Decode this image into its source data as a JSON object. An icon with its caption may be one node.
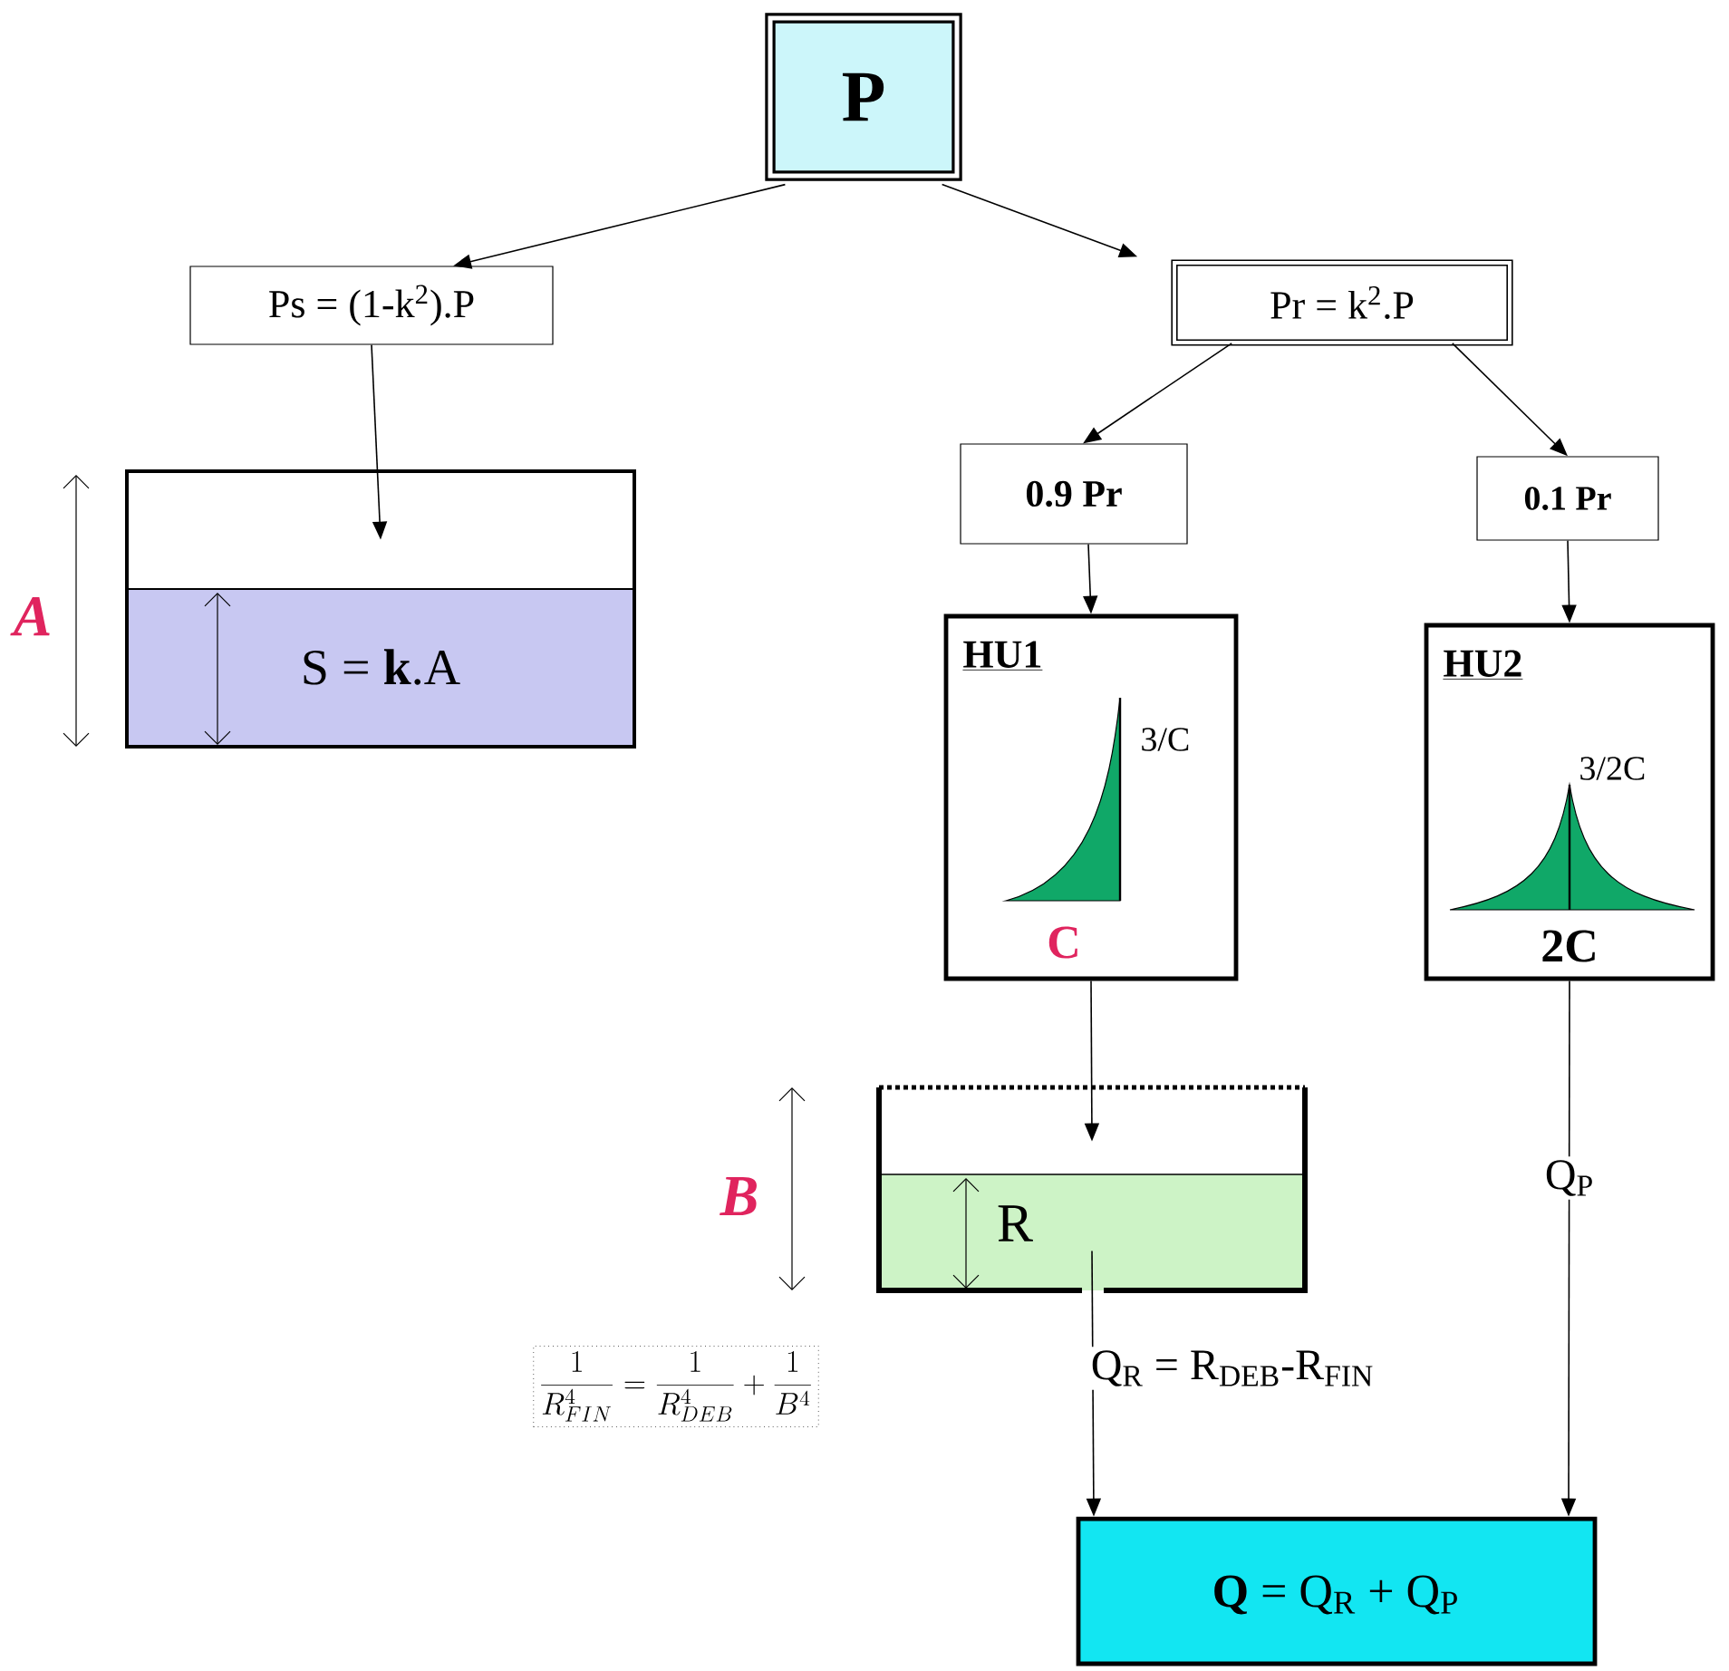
{
  "diagram": {
    "nodes": [
      {
        "text": [
          "P"
        ]
      },
      {
        "text": [
          "Ps = (1-k$^{2}$).P"
        ]
      },
      {
        "text": [
          "Pr = k$^{2}$.P"
        ]
      },
      {
        "text": [
          "S = **k**.A"
        ]
      },
      {
        "text": [
          "0.9 Pr"
        ]
      },
      {
        "text": [
          "0.1 Pr"
        ]
      },
      {
        "text": [
          "HU1",
          "3/C",
          "C"
        ]
      },
      {
        "text": [
          "HU2",
          "3/2C",
          "2C"
        ]
      },
      {
        "text": [
          "R"
        ]
      },
      {
        "text": [
          "**Q** = Q$_{R}$ + Q$_{P}$"
        ]
      }
    ],
    "edges": [
      {
        "from": 0,
        "to": 1,
        "arrow": "to"
      },
      {
        "from": 0,
        "to": 2,
        "arrow": "to"
      },
      {
        "from": 1,
        "to": 3,
        "arrow": "to"
      },
      {
        "from": 2,
        "to": 4,
        "arrow": "to"
      },
      {
        "from": 2,
        "to": 5,
        "arrow": "to"
      },
      {
        "from": 4,
        "to": 6,
        "arrow": "to"
      },
      {
        "from": 5,
        "to": 7,
        "arrow": "to"
      },
      {
        "from": 6,
        "to": 8,
        "arrow": "to"
      },
      {
        "from": 8,
        "to": 9,
        "arrow": "to",
        "label": "Q$_{R}$ = R$_{DEB}$-R$_{FIN}$"
      },
      {
        "from": 7,
        "to": 9,
        "arrow": "to",
        "label": "Q$_{P}$"
      }
    ],
    "labels": [
      "A",
      "B",
      "\\frac{1}{R^{4}_{FIN}}=\\frac{1}{R^{4}_{DEB}}+\\frac{1}{B^{4}}"
    ]
  }
}
